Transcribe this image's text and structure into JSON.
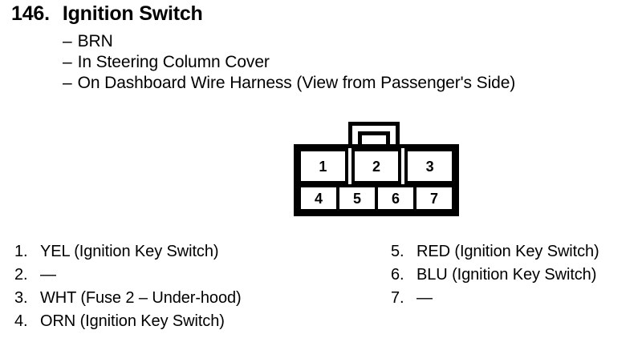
{
  "header": {
    "item_number": "146.",
    "title": "Ignition Switch",
    "bullets": [
      {
        "dash": "–",
        "text": "BRN"
      },
      {
        "dash": "–",
        "text": "In Steering Column Cover"
      },
      {
        "dash": "–",
        "text": "On Dashboard Wire Harness (View from Passenger's Side)"
      }
    ]
  },
  "connector": {
    "pin_count": 7,
    "top_row": [
      {
        "number": "1"
      },
      {
        "number": "2"
      },
      {
        "number": "3"
      }
    ],
    "bottom_row": [
      {
        "number": "4"
      },
      {
        "number": "5"
      },
      {
        "number": "6"
      },
      {
        "number": "7"
      }
    ]
  },
  "legend": {
    "left": [
      {
        "num": "1.",
        "text": "YEL (Ignition Key Switch)"
      },
      {
        "num": "2.",
        "text": "—"
      },
      {
        "num": "3.",
        "text": "WHT (Fuse 2 – Under-hood)"
      },
      {
        "num": "4.",
        "text": "ORN (Ignition Key Switch)"
      }
    ],
    "right": [
      {
        "num": "5.",
        "text": "RED (Ignition Key Switch)"
      },
      {
        "num": "6.",
        "text": "BLU (Ignition Key Switch)"
      },
      {
        "num": "7.",
        "text": "—"
      }
    ]
  },
  "colors": {
    "ink": "#000000",
    "paper": "#ffffff"
  }
}
